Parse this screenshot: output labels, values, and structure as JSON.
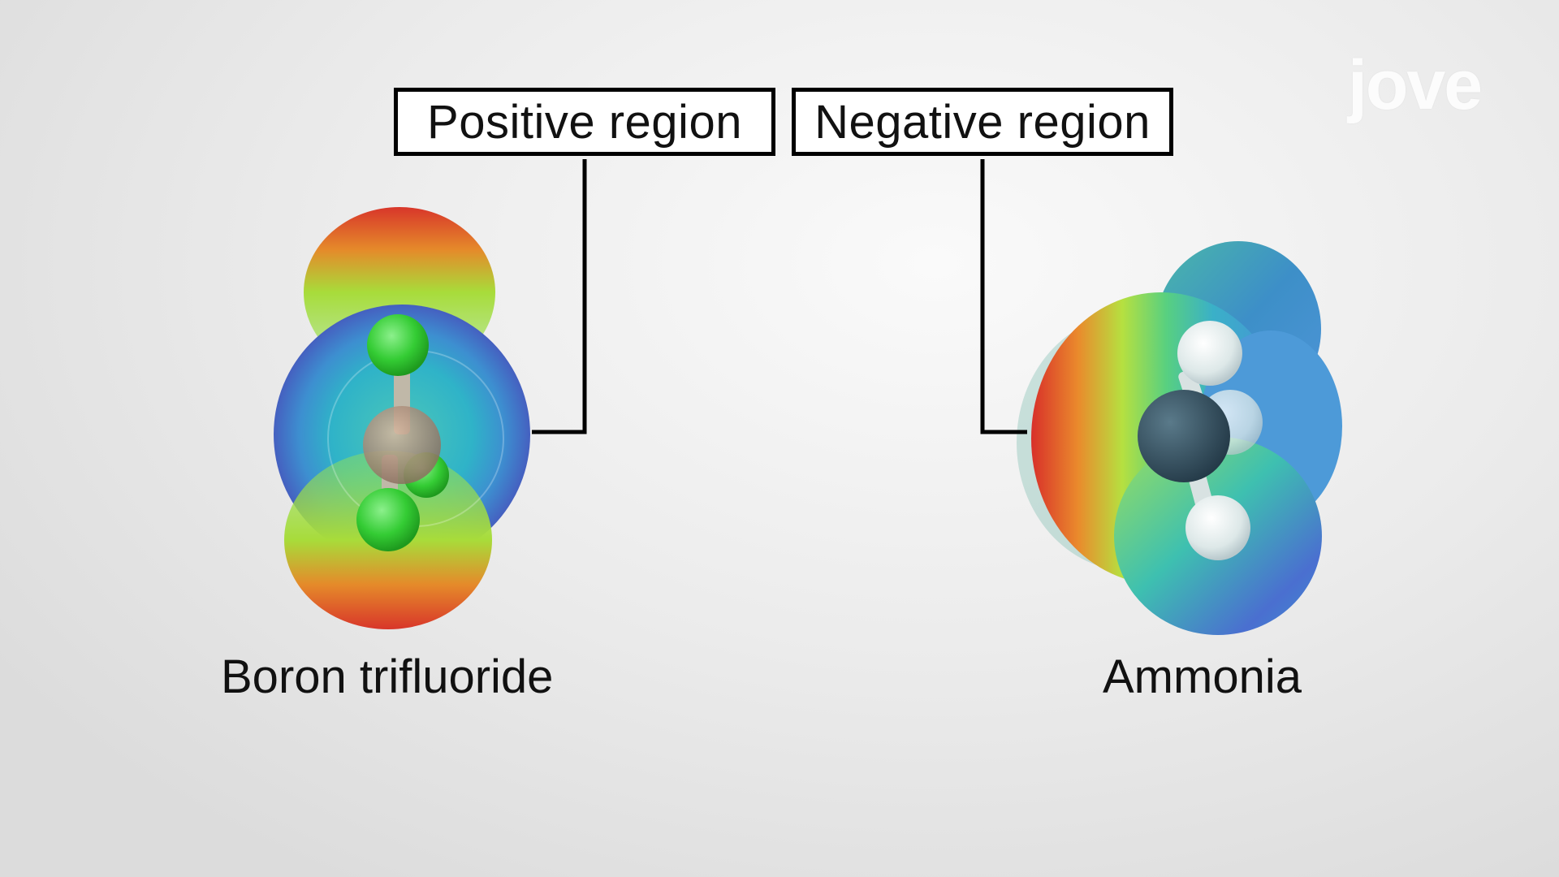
{
  "labels": {
    "positive_region": "Positive region",
    "negative_region": "Negative region"
  },
  "molecules": {
    "left": "Boron trifluoride",
    "right": "Ammonia"
  },
  "watermark": "jove",
  "colors": {
    "connector": "#000000",
    "fluorine_atom": "#33cc33",
    "boron_atom": "#b09080",
    "nitrogen_atom": "#2f4f5f",
    "hydrogen_atom": "#e8f0f0",
    "positive_potential": "#3a6fd0",
    "negative_potential": "#d63a2a"
  }
}
